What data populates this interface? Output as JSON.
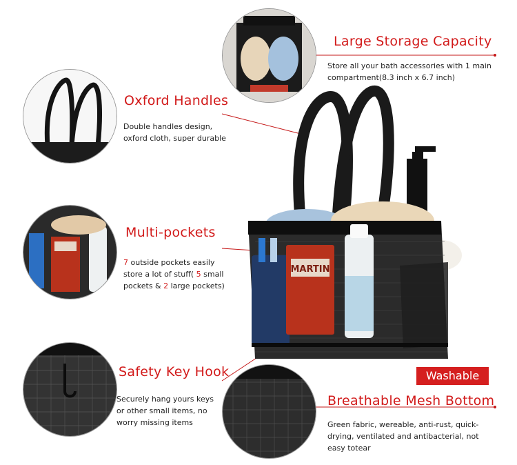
{
  "features": {
    "storage": {
      "title": "Large Storage Capacity",
      "desc": "Store all your bath accessories with 1 main compartment(8.3 inch x 6.7 inch)"
    },
    "handles": {
      "title": "Oxford Handles",
      "desc": "Double handles design, oxford cloth, super durable"
    },
    "pockets": {
      "title": "Multi-pockets",
      "n_outside": "7",
      "text_a": " outside pockets easily store a lot of stuff( ",
      "n_small": "5",
      "text_b": " small pockets & ",
      "n_large": "2",
      "text_c": " large pockets)"
    },
    "hook": {
      "title": "Safety Key Hook",
      "desc": "Securely hang yours keys or other small items, no worry missing items"
    },
    "mesh": {
      "title": "Breathable Mesh Bottom",
      "desc": "Green fabric, wereable, anti-rust, quick-drying, ventilated and antibacterial, not easy totear"
    }
  },
  "badge": "Washable",
  "product": {
    "tube_brand": "MARTIN"
  },
  "colors": {
    "accent": "#d21a1a",
    "bag": "#1a1a1a",
    "badge_bg": "#d51f1f"
  }
}
